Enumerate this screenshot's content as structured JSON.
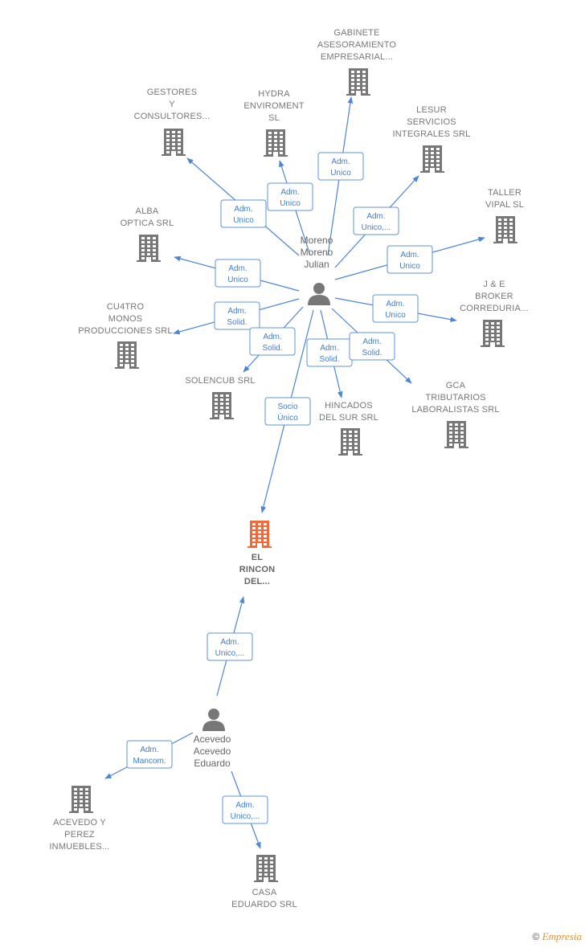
{
  "colors": {
    "edge": "#4a86d6",
    "building": "#777777",
    "building_highlight": "#f26a3a",
    "person": "#777777"
  },
  "people": [
    {
      "id": "moreno",
      "lines": [
        "Moreno",
        "Moreno",
        "Julian"
      ],
      "icon": "person-icon"
    },
    {
      "id": "acevedo",
      "lines": [
        "Acevedo",
        "Acevedo",
        "Eduardo"
      ],
      "icon": "person-icon"
    }
  ],
  "companies": [
    {
      "id": "gabinete",
      "lines": [
        "GABINETE",
        "ASESORAMIENTO",
        "EMPRESARIAL..."
      ],
      "icon": "building-icon"
    },
    {
      "id": "gestores",
      "lines": [
        "GESTORES",
        "Y",
        "CONSULTORES..."
      ],
      "icon": "building-icon"
    },
    {
      "id": "hydra",
      "lines": [
        "HYDRA",
        "ENVIROMENT",
        "SL"
      ],
      "icon": "building-icon"
    },
    {
      "id": "lesur",
      "lines": [
        "LESUR",
        "SERVICIOS",
        "INTEGRALES SRL"
      ],
      "icon": "building-icon"
    },
    {
      "id": "taller",
      "lines": [
        "TALLER",
        "VIPAL  SL"
      ],
      "icon": "building-icon"
    },
    {
      "id": "alba",
      "lines": [
        "ALBA",
        "OPTICA SRL"
      ],
      "icon": "building-icon"
    },
    {
      "id": "je",
      "lines": [
        "J & E",
        "BROKER",
        "CORREDURIA..."
      ],
      "icon": "building-icon"
    },
    {
      "id": "cu4tro",
      "lines": [
        "CU4TRO",
        "MONOS",
        "PRODUCCIONES SRL"
      ],
      "icon": "building-icon"
    },
    {
      "id": "solencub",
      "lines": [
        "SOLENCUB SRL"
      ],
      "icon": "building-icon"
    },
    {
      "id": "hincados",
      "lines": [
        "HINCADOS",
        "DEL SUR SRL"
      ],
      "icon": "building-icon"
    },
    {
      "id": "gca",
      "lines": [
        "GCA",
        "TRIBUTARIOS",
        "LABORALISTAS SRL"
      ],
      "icon": "building-icon"
    },
    {
      "id": "rincon",
      "lines": [
        "EL",
        "RINCON",
        "DEL..."
      ],
      "icon": "building-icon",
      "highlight": true
    },
    {
      "id": "acevedoperez",
      "lines": [
        "ACEVEDO Y",
        "PEREZ",
        "INMUEBLES..."
      ],
      "icon": "building-icon"
    },
    {
      "id": "casa",
      "lines": [
        "CASA",
        "EDUARDO SRL"
      ],
      "icon": "building-icon"
    }
  ],
  "edges": [
    {
      "from": "moreno",
      "to": "gabinete",
      "label": [
        "Adm.",
        "Unico"
      ]
    },
    {
      "from": "moreno",
      "to": "gestores",
      "label": [
        "Adm.",
        "Unico"
      ]
    },
    {
      "from": "moreno",
      "to": "hydra",
      "label": [
        "Adm.",
        "Unico"
      ]
    },
    {
      "from": "moreno",
      "to": "lesur",
      "label": [
        "Adm.",
        "Unico,..."
      ]
    },
    {
      "from": "moreno",
      "to": "taller",
      "label": [
        "Adm.",
        "Unico"
      ]
    },
    {
      "from": "moreno",
      "to": "alba",
      "label": [
        "Adm.",
        "Unico"
      ]
    },
    {
      "from": "moreno",
      "to": "je",
      "label": [
        "Adm.",
        "Unico"
      ]
    },
    {
      "from": "moreno",
      "to": "cu4tro",
      "label": [
        "Adm.",
        "Solid."
      ]
    },
    {
      "from": "moreno",
      "to": "solencub",
      "label": [
        "Adm.",
        "Solid."
      ]
    },
    {
      "from": "moreno",
      "to": "hincados",
      "label": [
        "Adm.",
        "Solid."
      ]
    },
    {
      "from": "moreno",
      "to": "gca",
      "label": [
        "Adm.",
        "Solid."
      ]
    },
    {
      "from": "moreno",
      "to": "rincon",
      "label": [
        "Socio",
        "Único"
      ]
    },
    {
      "from": "acevedo",
      "to": "rincon",
      "label": [
        "Adm.",
        "Unico,..."
      ]
    },
    {
      "from": "acevedo",
      "to": "acevedoperez",
      "label": [
        "Adm.",
        "Mancom."
      ]
    },
    {
      "from": "acevedo",
      "to": "casa",
      "label": [
        "Adm.",
        "Unico,..."
      ]
    }
  ],
  "footer": {
    "copyright": "©",
    "brand": "Empresia"
  }
}
